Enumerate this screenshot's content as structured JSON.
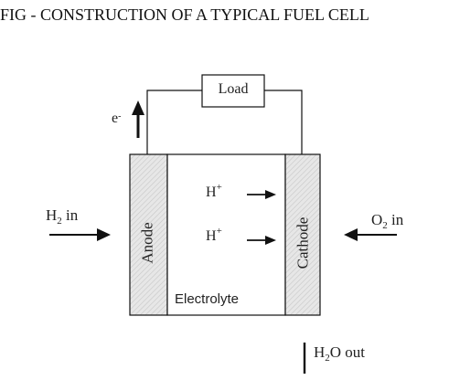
{
  "figure": {
    "title": "FIG - CONSTRUCTION OF A TYPICAL FUEL CELL"
  },
  "labels": {
    "load": "Load",
    "electron": "e",
    "electron_charge": "-",
    "hydrogen_symbol": "H",
    "hydrogen_subscript": "2",
    "hydrogen_suffix": " in",
    "oxygen_symbol": "O",
    "oxygen_subscript": "2",
    "oxygen_suffix": " in",
    "proton_symbol": "H",
    "proton_charge": "+",
    "anode": "Anode",
    "cathode": "Cathode",
    "electrolyte": "Electrolyte",
    "water_prefix": "H",
    "water_subscript": "2",
    "water_suffix": "O out"
  },
  "colors": {
    "stroke": "#111111",
    "electrode_fill": "#e7e7e7",
    "electrode_stripe": "#c7c7c7"
  }
}
